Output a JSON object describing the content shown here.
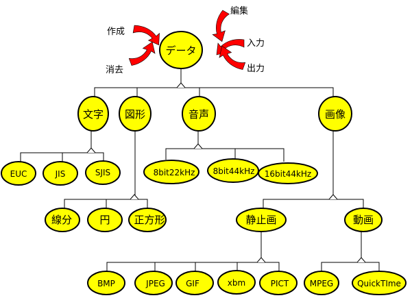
{
  "colors": {
    "node_fill": "#ffff00",
    "node_stroke": "#000000",
    "arrow": "#ff0000",
    "line": "#000000"
  },
  "root": {
    "id": "data",
    "label": "データ"
  },
  "operations": [
    {
      "id": "create",
      "label": "作成"
    },
    {
      "id": "edit",
      "label": "編集"
    },
    {
      "id": "input",
      "label": "入力"
    },
    {
      "id": "delete",
      "label": "消去"
    },
    {
      "id": "output",
      "label": "出力"
    }
  ],
  "nodes": {
    "text": {
      "label": "文字"
    },
    "figure": {
      "label": "図形"
    },
    "sound": {
      "label": "音声"
    },
    "image": {
      "label": "画像"
    },
    "euc": {
      "label": "EUC"
    },
    "jis": {
      "label": "JIS"
    },
    "sjis": {
      "label": "SJIS"
    },
    "s8_22": {
      "label": "8bit22kHz"
    },
    "s8_44": {
      "label": "8bit44kHz"
    },
    "s16_44": {
      "label": "16bit44kHz"
    },
    "line": {
      "label": "線分"
    },
    "circle": {
      "label": "円"
    },
    "square": {
      "label": "正方形"
    },
    "still": {
      "label": "静止画"
    },
    "movie": {
      "label": "動画"
    },
    "bmp": {
      "label": "BMP"
    },
    "jpeg": {
      "label": "JPEG"
    },
    "gif": {
      "label": "GIF"
    },
    "xbm": {
      "label": "xbm"
    },
    "pict": {
      "label": "PICT"
    },
    "mpeg": {
      "label": "MPEG"
    },
    "quicktime": {
      "label": "QuickTIme"
    }
  },
  "tree": [
    {
      "parent": "data",
      "children": [
        "text",
        "figure",
        "sound",
        "image"
      ]
    },
    {
      "parent": "text",
      "children": [
        "euc",
        "jis",
        "sjis"
      ]
    },
    {
      "parent": "figure",
      "children": [
        "line",
        "circle",
        "square"
      ]
    },
    {
      "parent": "sound",
      "children": [
        "s8_22",
        "s8_44",
        "s16_44"
      ]
    },
    {
      "parent": "image",
      "children": [
        "still",
        "movie"
      ]
    },
    {
      "parent": "still",
      "children": [
        "bmp",
        "jpeg",
        "gif",
        "xbm",
        "pict"
      ]
    },
    {
      "parent": "movie",
      "children": [
        "mpeg",
        "quicktime"
      ]
    }
  ]
}
